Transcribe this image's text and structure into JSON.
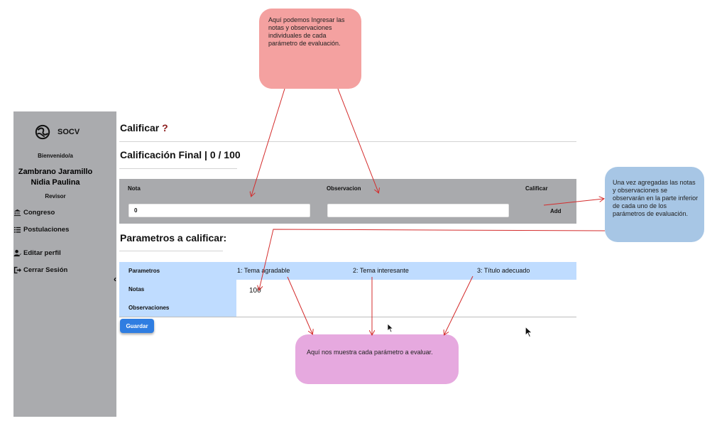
{
  "sidebar": {
    "brand": "SOCV",
    "welcome": "Bienvenido/a",
    "user_line1": "Zambrano Jaramillo",
    "user_line2": "Nidia Paulina",
    "role": "Revisor",
    "items": [
      {
        "label": "Congreso",
        "icon": "bank-icon"
      },
      {
        "label": "Postulaciones",
        "icon": "list-icon"
      },
      {
        "label": "Editar perfil",
        "icon": "user-edit-icon"
      },
      {
        "label": "Cerrar Sesión",
        "icon": "logout-icon"
      }
    ],
    "collapse": "‹"
  },
  "main": {
    "title": "Calificar",
    "help": "?",
    "final_grade": "Calificación Final | 0 / 100",
    "form": {
      "nota_label": "Nota",
      "observacion_label": "Observacion",
      "calificar_label": "Calificar",
      "nota_value": "0",
      "observacion_value": "",
      "add_label": "Add"
    },
    "params_title": "Parametros a calificar:",
    "table": {
      "row_labels": [
        "Parametros",
        "Notas",
        "Observaciones"
      ],
      "columns": [
        "1: Tema agradable",
        "2: Tema interesante",
        "3: Título adecuado"
      ],
      "notas": [
        "100",
        "",
        ""
      ]
    },
    "save_label": "Guardar"
  },
  "callouts": {
    "red": "Aquí podemos Ingresar las notas  y observaciones individuales de cada parámetro de evaluación.",
    "blue": "Una vez agregadas las notas y observaciones se observarán en la parte inferior de cada uno de los parámetros de evaluación.",
    "pink": "Aquí nos muestra cada parámetro a evaluar."
  },
  "colors": {
    "sidebar": "#aaabae",
    "panel": "#a9aaad",
    "table_header": "#bfdcff",
    "save_button": "#2f7de1",
    "help_icon": "#8b1a1a",
    "callout_red": "#f4a1a0",
    "callout_blue": "#a7c6e5",
    "callout_pink": "#e6a9df",
    "arrow": "#d42c2c"
  }
}
